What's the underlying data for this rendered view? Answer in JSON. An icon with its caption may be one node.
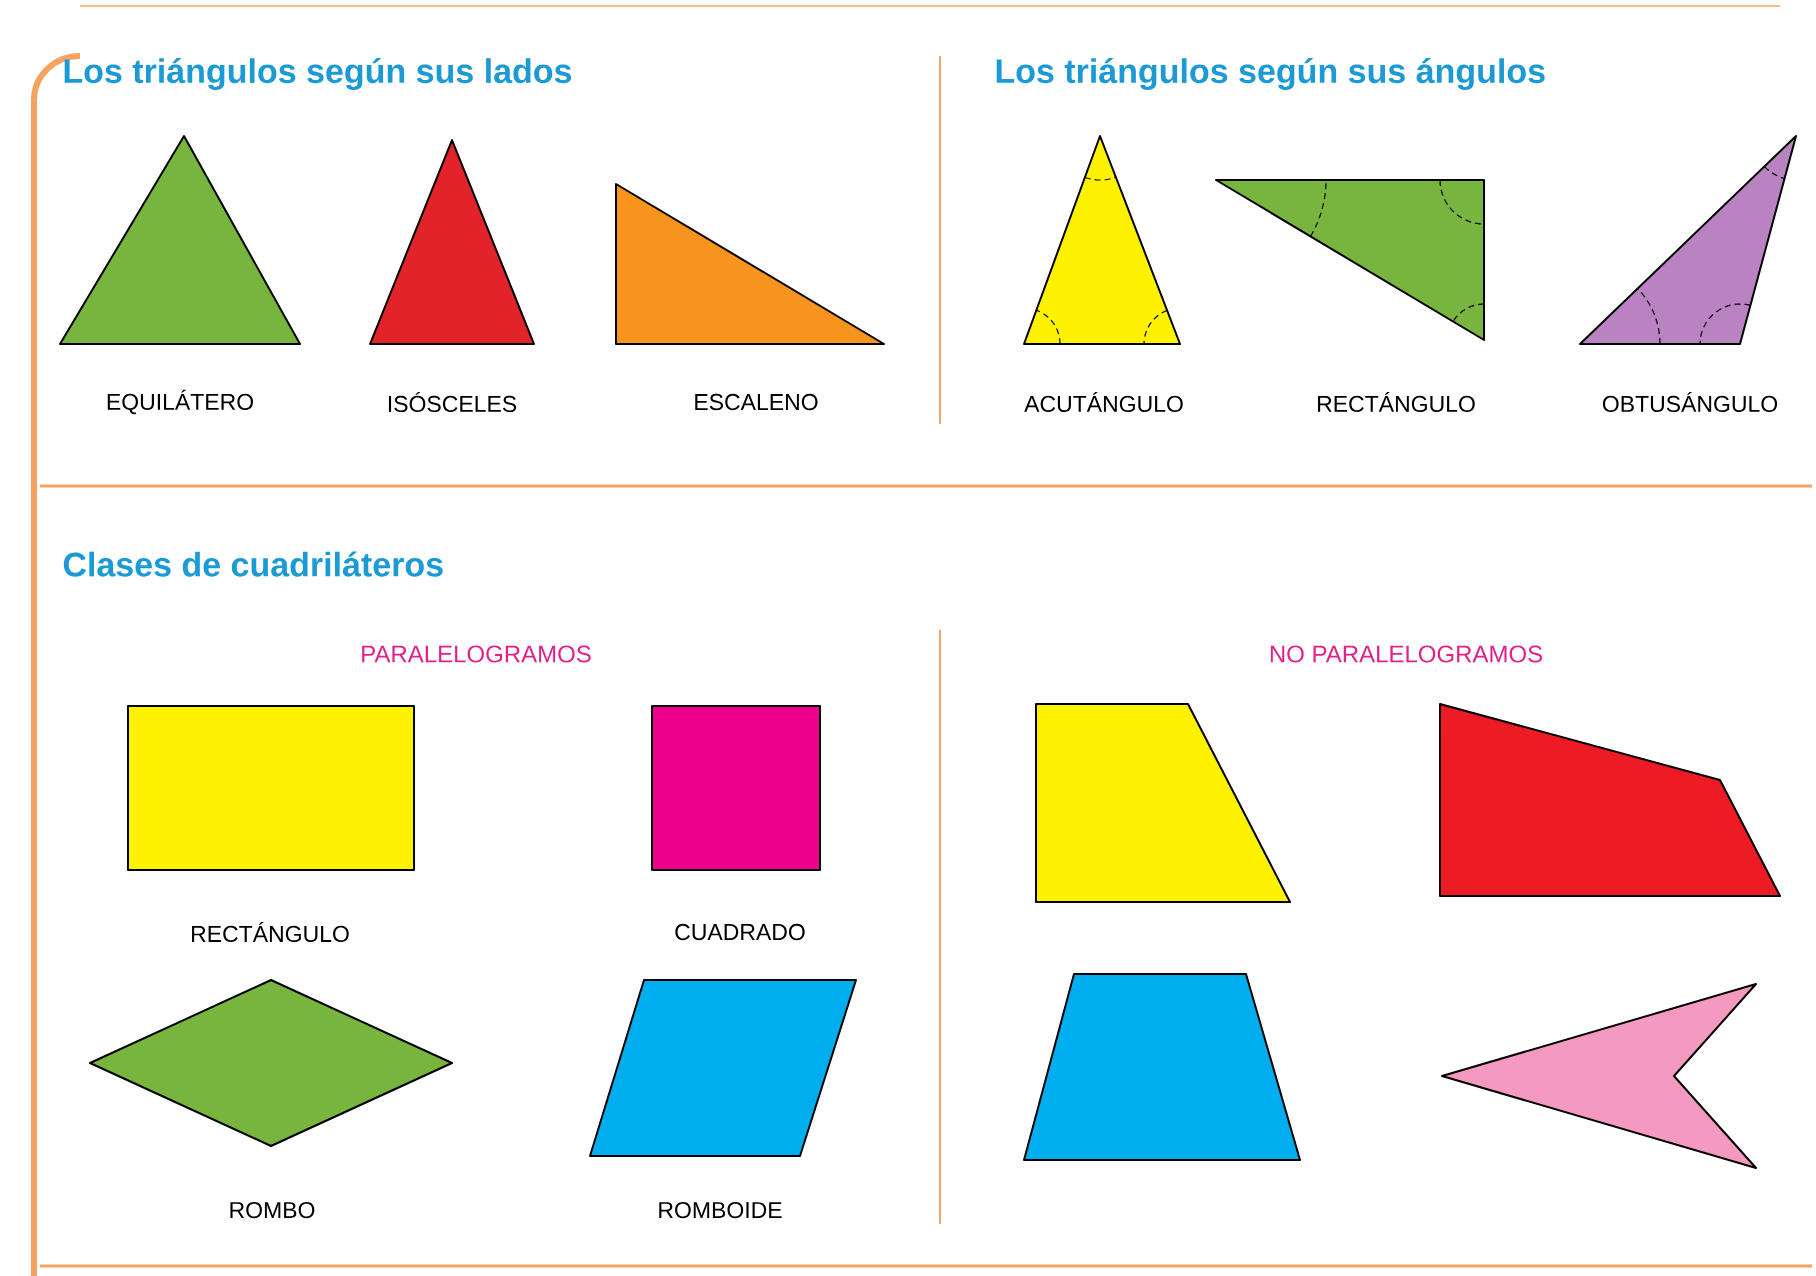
{
  "diagram": {
    "nodes": [
      {
        "text": [],
        "shape": "triangle",
        "beside": [
          "EQUILÁTERO"
        ]
      },
      {
        "text": [],
        "shape": "triangle",
        "beside": [
          "ISÓSCELES"
        ]
      },
      {
        "text": [],
        "shape": "triangle",
        "beside": [
          "ESCALENO"
        ]
      },
      {
        "text": [],
        "shape": "triangle",
        "beside": [
          "ACUTÁNGULO"
        ]
      },
      {
        "text": [],
        "shape": "triangle",
        "beside": [
          "RECTÁNGULO"
        ]
      },
      {
        "text": [],
        "shape": "triangle",
        "beside": [
          "OBTUSÁNGULO"
        ]
      },
      {
        "text": [],
        "shape": "rectangle",
        "beside": [
          "RECTÁNGULO"
        ]
      },
      {
        "text": [],
        "shape": "square",
        "beside": [
          "CUADRADO"
        ]
      },
      {
        "text": [],
        "shape": "diamond",
        "beside": [
          "ROMBO"
        ]
      },
      {
        "text": [],
        "shape": "parallelogram",
        "beside": [
          "ROMBOIDE"
        ]
      },
      {
        "text": [],
        "shape": "trapezoid"
      },
      {
        "text": [],
        "shape": "quadrilateral"
      },
      {
        "text": [],
        "shape": "trapezoid"
      },
      {
        "text": [],
        "shape": "dart"
      }
    ],
    "labels": [
      "Los triángulos según sus lados",
      "Los triángulos según sus ángulos",
      "Clases de cuadriláteros",
      "PARALELOGRAMOS",
      "NO PARALELOGRAMOS"
    ]
  }
}
